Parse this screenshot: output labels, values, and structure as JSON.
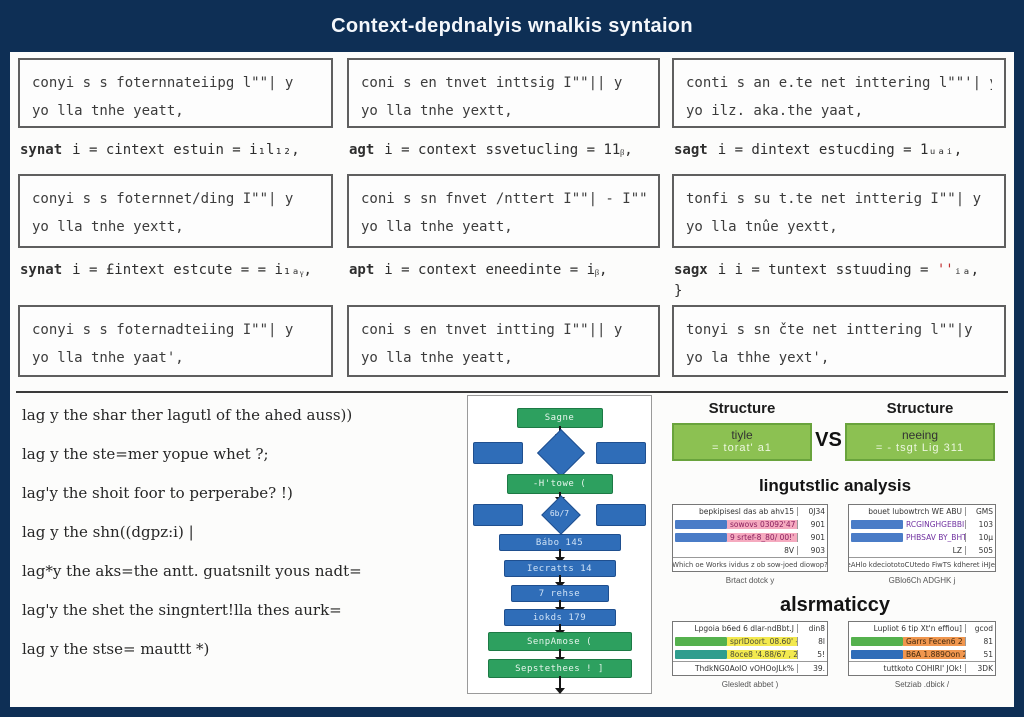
{
  "title": "Context-depdnalyis wnalkis syntaion",
  "colors": {
    "frame_navy": "#0e2f55",
    "flow_green": "#2da05f",
    "flow_blue": "#2f6db8",
    "structure_green": "#8cc152",
    "highlight_pink": "#f5aabf",
    "highlight_yellow": "#f3e94f",
    "highlight_orange": "#f0964e",
    "bar_blue": "#4a7cc7",
    "bar_green": "#55b14e",
    "bar_teal": "#2f9d8e",
    "code_red": "#c03030"
  },
  "grid": {
    "columns": [
      {
        "boxes": [
          {
            "l1": "conyi s s foternnateiipg l\"\"| y",
            "l2": "yo lla tnhe yeatt,"
          },
          {
            "l1": "conyi s s foternnet/ding I\"\"| y",
            "l2": "yo lla tnhe yextt,"
          },
          {
            "l1": "conyi s s foternadteiing I\"\"| y",
            "l2": "yo lla tnhe yaat',"
          }
        ],
        "codes": [
          {
            "kw": "synat",
            "rest": "i = cintext estuin  = i₁l₁₂,",
            "red": "",
            "tail": ""
          },
          {
            "kw": "synat",
            "rest": "i = £intext estcute  =  = i₁ₐᵧ,",
            "red": "",
            "tail": ""
          }
        ]
      },
      {
        "boxes": [
          {
            "l1": "coni s en tnvet inttsig I\"\"|| y",
            "l2": "yo lla tnhe yextt,"
          },
          {
            "l1": "coni s sn fnvet /nttert I\"\"| - I\"\" ]",
            "l2": "yo lla tnhe yeatt,"
          },
          {
            "l1": "coni s en tnvet intting I\"\"|| y",
            "l2": "yo lla tnhe yeatt,"
          }
        ],
        "codes": [
          {
            "kw": "agt",
            "rest": "i = context ssvetucling  = 11ᵦ,",
            "red": "",
            "tail": ""
          },
          {
            "kw": "apt",
            "rest": "i = context eneedinte  = iᵦ,",
            "red": "",
            "tail": ""
          }
        ]
      },
      {
        "boxes": [
          {
            "l1": "conti s an e.te net inttering l\"\"'| y",
            "l2": "yo ilz. aka.the yaat,"
          },
          {
            "l1": "tonfi s su t.te net intterig I\"\"| y",
            "l2": "yo lla tnûe yextt,"
          },
          {
            "l1": "tonyi s sn čte net inttering l\"\"|y",
            "l2": "yo la thhe yext',"
          }
        ],
        "codes": [
          {
            "kw": "sagt",
            "rest": "i = dintext estucding  = 1ᵤₐᵢ,",
            "red": "",
            "tail": ""
          },
          {
            "kw": "sagx",
            "rest": "i i = tuntext sstuuding  = ",
            "red": "''",
            "tail": "ᵢₐ,",
            "extra": "}"
          }
        ]
      }
    ]
  },
  "list": {
    "items": [
      "lag y the shar ther lagutl of the ahed auss))",
      "lag y the ste=mer yopue whet ?;",
      "lag'y the shoit foor to perperabe? !)",
      "lag y the shn((dgpz:i)  |",
      "lag*y the aks=the antt. guatsnilt yous nadt=",
      "lag'y the shet the singntert!lla thes aurk=",
      "lag y the stse= mauttt *)"
    ]
  },
  "flow": {
    "node_sagne": "Sagne",
    "node_htowe": "-H'towe (",
    "node_6b7": "6b/7",
    "node_babo": "Bábo 145",
    "node_iecratts": "Iecratts 14",
    "node_rehse": "7 rehse",
    "node_iokds": "iokds 179",
    "node_senp": "SenpAmose (",
    "node_seps": "Sepstethees ! ]"
  },
  "structure": {
    "heading_left": "Structure",
    "heading_right": "Structure",
    "vs": "VS",
    "box_left": {
      "l1": "tiyle",
      "l2": "=  torat'  a1"
    },
    "box_right": {
      "l1": "neeing",
      "l2": "= - tsgt Lig  311"
    }
  },
  "linguistic": {
    "heading": "lingutstlic analysis",
    "left": {
      "header": {
        "label": "bepkipisesl das ab ahv15",
        "value": "0J34"
      },
      "rows": [
        {
          "label": "sowovs 03092'47",
          "value": "901"
        },
        {
          "label": "9 srtef-8_80/ 00!' ?",
          "value": "901"
        }
      ],
      "sub": {
        "label": "8V",
        "value": "903"
      },
      "footer": "Which oe Works ividus z ob sow-joed diowop?",
      "caption": "Brtact dotck y"
    },
    "right": {
      "header": {
        "label": "bouet lubowtrch WE ABU",
        "value": "GMS"
      },
      "rows": [
        {
          "label": "RCGINGHGEBBI' 4Z",
          "value": "103"
        },
        {
          "label": "PHBSAV BY_BHT'-7",
          "value": "10µ"
        }
      ],
      "sub": {
        "label": "LZ",
        "value": "505"
      },
      "footer": "VeAHlo kdeciototoCUtedo FiwTS kdheret iHJecr",
      "caption": "GBlo6Ch ADGHK j"
    }
  },
  "agramm": {
    "heading": "alsrmaticcy",
    "left": {
      "header": {
        "label": "Lpgoia b6ed 6 dlar-ndBbt.J",
        "value": "din8"
      },
      "rows": [
        {
          "label": "sprlDoort. 08.60' - !!",
          "value": "8l"
        },
        {
          "label": "8oce8 '4.88/67 , 2 1",
          "value": "5!"
        }
      ],
      "sub": {
        "label": "ThdkNG0AoIO vOHOoJLk%",
        "value": "39."
      },
      "caption": "Glesledt abbet )"
    },
    "right": {
      "header": {
        "label": "Lupliot 6 tip Xt'n effiou]",
        "value": "gcod"
      },
      "rows": [
        {
          "label": "Garrs Fecen6 2 !",
          "value": "81"
        },
        {
          "label": "B6A 1.889Oon 2 i",
          "value": "51"
        }
      ],
      "sub": {
        "label": "tuttkoto COHIRI' JOk!",
        "value": "3DK"
      },
      "caption": "Setziab .dbick /"
    }
  }
}
